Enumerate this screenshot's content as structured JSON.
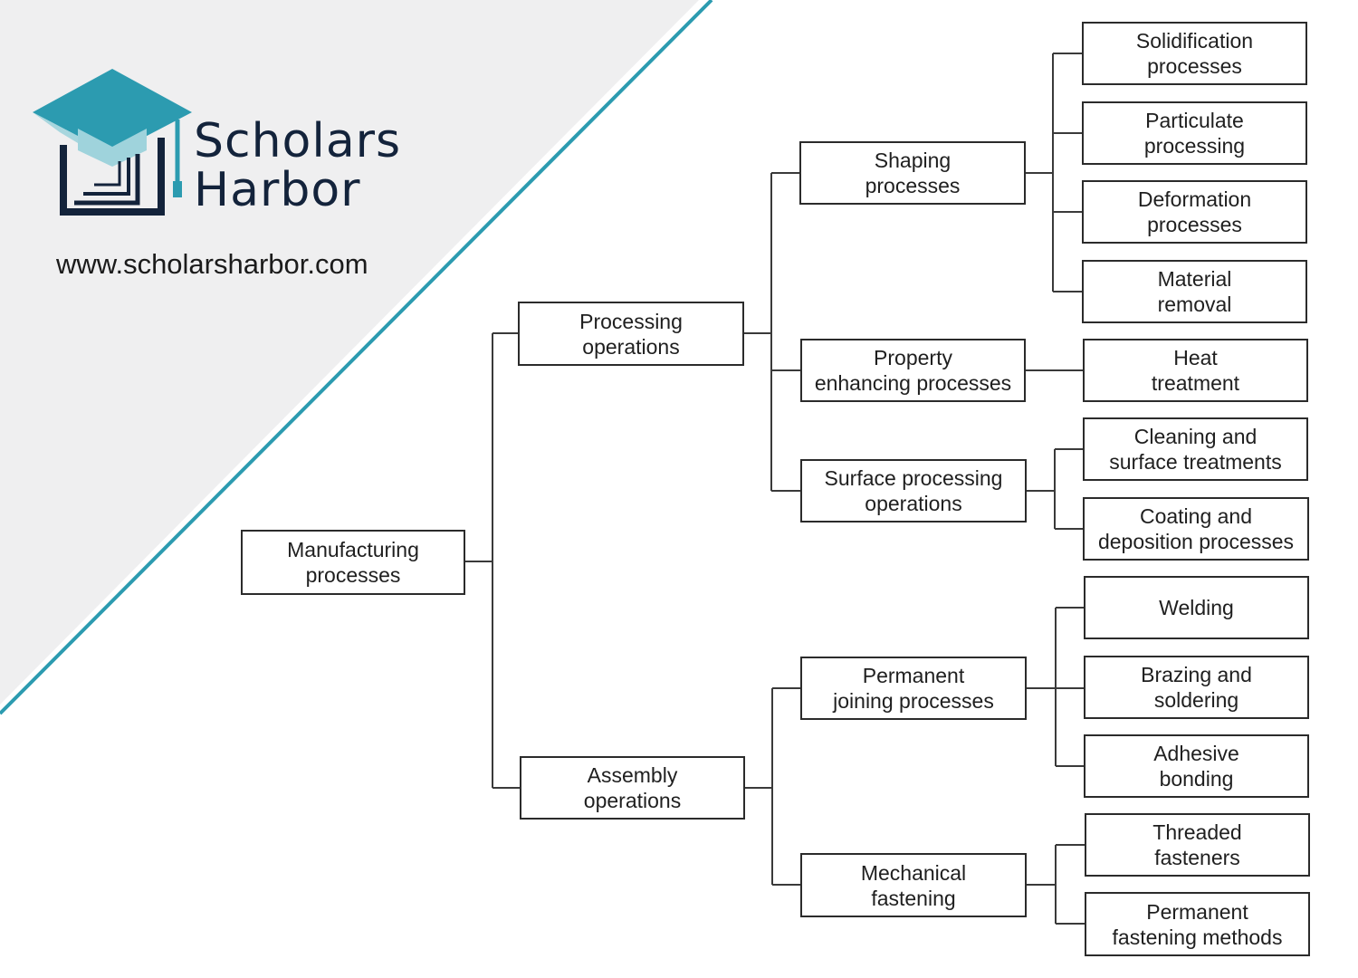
{
  "brand": {
    "name_line1": "Scholars",
    "name_line2": "Harbor",
    "url": "www.scholarsharbor.com",
    "logo_icon": "graduation-cap-book-icon",
    "colors": {
      "teal": "#2c9bb0",
      "light_teal": "#9fd3dc",
      "navy": "#13233b",
      "panel_gray": "#efeff0"
    }
  },
  "diagram": {
    "root": "Manufacturing\nprocesses",
    "processing": "Processing\noperations",
    "assembly": "Assembly\noperations",
    "shaping": "Shaping\nprocesses",
    "property": "Property\nenhancing processes",
    "surface": "Surface processing\noperations",
    "permanent_joining": "Permanent\njoining processes",
    "mechanical": "Mechanical\nfastening",
    "solidification": "Solidification\nprocesses",
    "particulate": "Particulate\nprocessing",
    "deformation": "Deformation\nprocesses",
    "material_removal": "Material\nremoval",
    "heat_treatment": "Heat\ntreatment",
    "cleaning": "Cleaning and\nsurface treatments",
    "coating": "Coating and\ndeposition processes",
    "welding": "Welding",
    "brazing": "Brazing and\nsoldering",
    "adhesive": "Adhesive\nbonding",
    "threaded": "Threaded\nfasteners",
    "permanent_fastening": "Permanent\nfastening methods"
  }
}
